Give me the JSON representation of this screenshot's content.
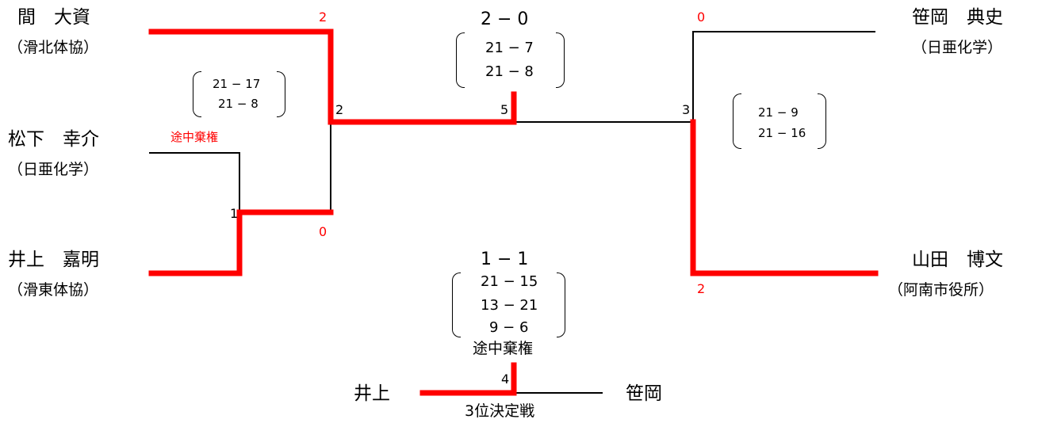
{
  "players": {
    "p1": {
      "name": "間　大資",
      "team": "（滑北体協）"
    },
    "p2": {
      "name": "松下　幸介",
      "team": "（日亜化学）"
    },
    "p3": {
      "name": "井上　嘉明",
      "team": "（滑東体協）"
    },
    "p4": {
      "name": "笹岡　典史",
      "team": "（日亜化学）"
    },
    "p5": {
      "name": "山田　博文",
      "team": "（阿南市役所）"
    }
  },
  "match_numbers": {
    "m1": "1",
    "m2": "2",
    "m3": "3",
    "m4": "4",
    "m5": "5"
  },
  "results": {
    "m1_note": "途中棄権",
    "m1_top": "2",
    "m1_bottom": "0",
    "m2_games": [
      "21 − 17",
      "21 − 8"
    ],
    "m3_top": "0",
    "m3_bottom": "2",
    "m3_games": [
      "21 − 9",
      "21 − 16"
    ],
    "final_summary": "2 − 0",
    "final_games": [
      "21 − 7",
      "21 − 8"
    ],
    "third_summary": "1 − 1",
    "third_games": [
      "21 − 15",
      "13 − 21",
      "9 − 6"
    ],
    "third_note": "途中棄権"
  },
  "third_place": {
    "left": "井上",
    "right": "笹岡",
    "title": "3位決定戦"
  },
  "colors": {
    "winner_line": "#ff0000",
    "line": "#000000",
    "score_text": "#ff0000"
  }
}
